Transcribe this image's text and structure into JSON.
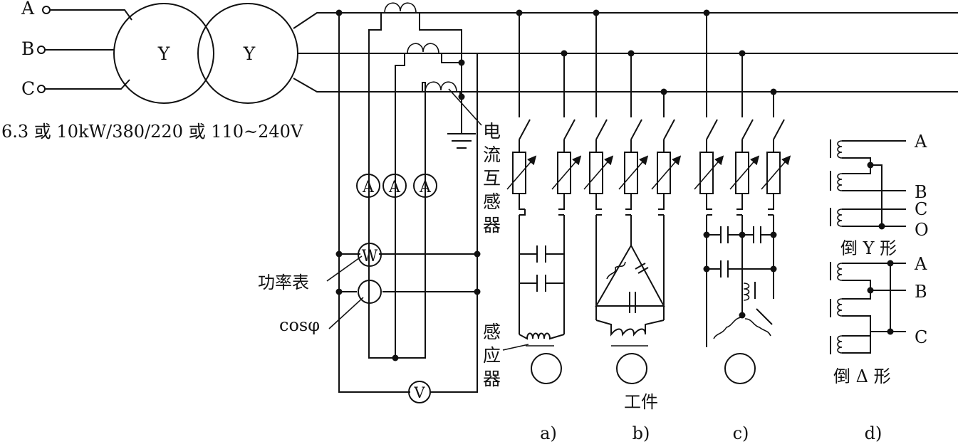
{
  "source": {
    "phase_labels": [
      "A",
      "B",
      "C"
    ],
    "transformer": {
      "primary": "Y",
      "secondary": "Y"
    },
    "rating": "6.3 或 10kW/380/220 或 110~240V"
  },
  "instruments": {
    "ammeters": [
      "A",
      "A",
      "A"
    ],
    "wattmeter": "W",
    "voltmeter": "V",
    "wattmeter_label": "功率表",
    "power_factor_label": "cosφ",
    "ct_label": [
      "电",
      "流",
      "互",
      "感",
      "器"
    ],
    "inductor_label": [
      "感",
      "应",
      "器"
    ]
  },
  "circuits": {
    "labels": [
      "a)",
      "b)",
      "c)",
      "d)"
    ],
    "workpiece_label": "工件"
  },
  "panel_d": {
    "wye_terminals": [
      "A",
      "B",
      "C",
      "O"
    ],
    "wye_label": "倒 Y 形",
    "delta_terminals": [
      "A",
      "B",
      "C"
    ],
    "delta_label": "倒 Δ 形"
  }
}
